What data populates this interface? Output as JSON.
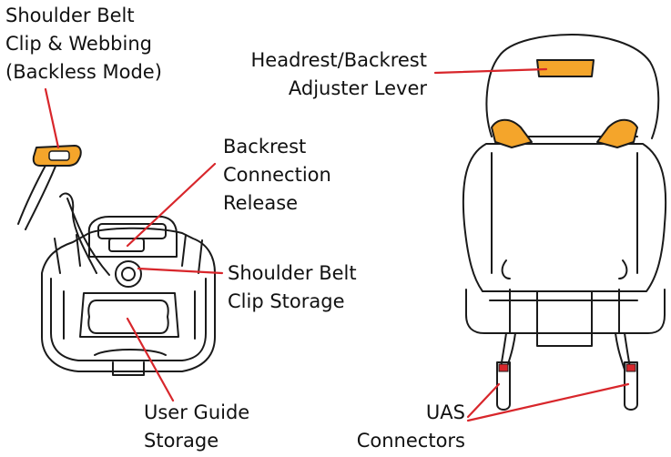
{
  "colors": {
    "accent_orange": "#F4A52B",
    "leader_red": "#D8262B",
    "outline": "#1a1a1a",
    "background": "#ffffff"
  },
  "labels": {
    "shoulder_belt_clip_webbing": [
      "Shoulder Belt",
      "Clip & Webbing",
      "(Backless Mode)"
    ],
    "backrest_connection_release": [
      "Backrest",
      "Connection",
      "Release"
    ],
    "shoulder_belt_clip_storage": [
      "Shoulder Belt",
      "Clip Storage"
    ],
    "user_guide_storage": [
      "User Guide",
      "Storage"
    ],
    "headrest_backrest_adjuster_lever": [
      "Headrest/Backrest",
      "Adjuster Lever"
    ],
    "uas_connectors": [
      "UAS",
      "Connectors"
    ]
  }
}
